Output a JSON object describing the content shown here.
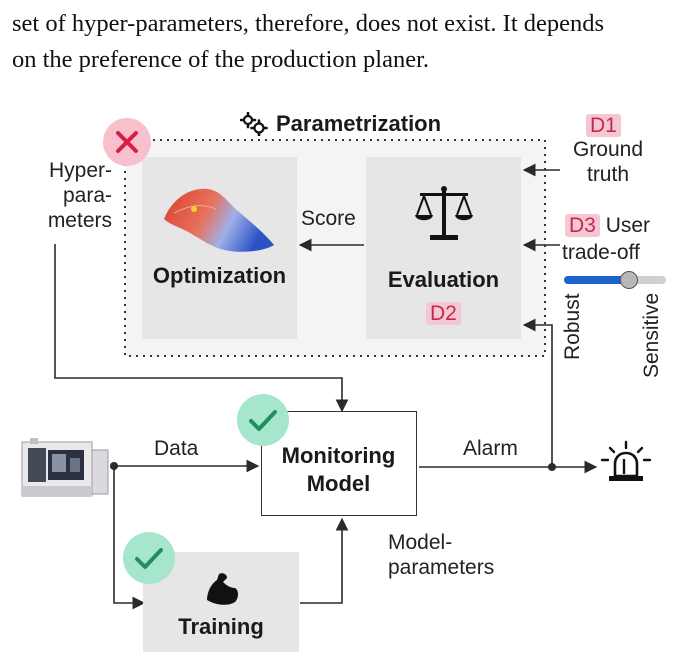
{
  "intro": {
    "line1": "set of hyper-parameters, therefore, does not exist. It depends",
    "line2": "on the preference of the production planer."
  },
  "parametrization": {
    "title": "Parametrization",
    "optimization": "Optimization",
    "evaluation": "Evaluation",
    "score": "Score",
    "eval_tag": "D2"
  },
  "hyperparameters": {
    "line1": "Hyper-",
    "line2": "para-",
    "line3": "meters"
  },
  "ground_truth": {
    "tag": "D1",
    "line1": "Ground",
    "line2": "truth"
  },
  "user_tradeoff": {
    "tag": "D3",
    "line1": "User",
    "line2": "trade-off",
    "slider_level": 0.65,
    "left_label": "Robust",
    "right_label": "Sensitive"
  },
  "monitoring": {
    "line1": "Monitoring",
    "line2": "Model",
    "data": "Data",
    "alarm": "Alarm"
  },
  "model_parameters": {
    "line1": "Model-",
    "line2": "parameters"
  },
  "training": {
    "label": "Training"
  },
  "colors": {
    "box": "#e6e6e6",
    "tag_bg": "#f4c7d3",
    "tag_fg": "#c02a4f",
    "check_bg": "#a6e6cc",
    "check_fg": "#1f8f5c",
    "x_bg": "#f8c0cc",
    "x_fg": "#d81e45",
    "slider_blue": "#1e64c8"
  }
}
